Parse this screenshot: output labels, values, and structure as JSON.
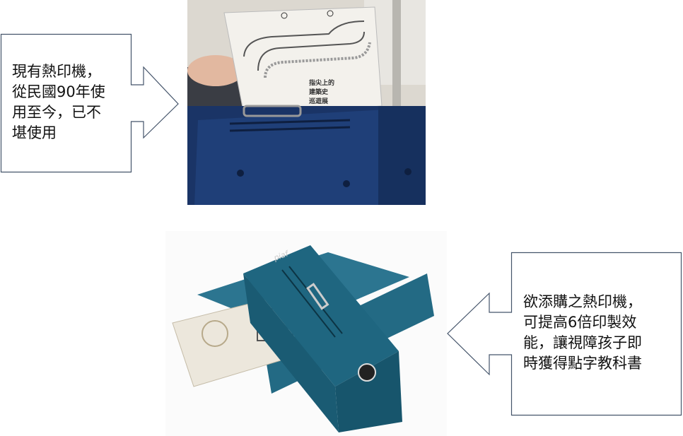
{
  "callouts": {
    "old_printer": {
      "text": "現有熱印機，\n從民國90年使\n用至今，已不\n堪使用",
      "direction": "right"
    },
    "new_printer": {
      "text": "欲添購之熱印機，\n可提高6倍印製效\n能，讓視障孩子即\n時獲得點字教科書",
      "direction": "left"
    }
  },
  "photos": {
    "old_printer_photo": {
      "paper_title": [
        "指尖上的",
        "建築史",
        "巡遊展"
      ]
    },
    "new_printer_photo": {}
  },
  "colors": {
    "old_machine_blue": "#1f3f78",
    "new_machine_teal": "#1f6680",
    "callout_border": "#44546a"
  }
}
